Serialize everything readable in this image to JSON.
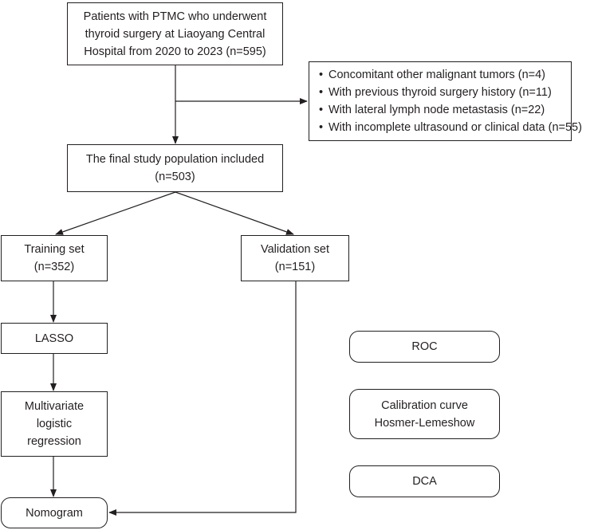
{
  "boxes": {
    "source": {
      "line1": "Patients with PTMC who underwent",
      "line2": "thyroid surgery at Liaoyang Central",
      "line3": "Hospital from 2020 to 2023 (n=595)"
    },
    "exclusion": {
      "items": [
        "Concomitant other malignant tumors (n=4)",
        "With previous thyroid surgery history (n=11)",
        "With lateral lymph node metastasis (n=22)",
        "With incomplete ultrasound or clinical data (n=55)"
      ]
    },
    "final": {
      "line1": "The final study population included",
      "line2": "(n=503)"
    },
    "training": {
      "line1": "Training set",
      "line2": "(n=352)"
    },
    "validation": {
      "line1": "Validation set",
      "line2": "(n=151)"
    },
    "lasso": {
      "line1": "LASSO"
    },
    "multivariate": {
      "line1": "Multivariate",
      "line2": "logistic",
      "line3": "regression"
    },
    "nomogram": {
      "line1": "Nomogram"
    },
    "roc": {
      "line1": "ROC"
    },
    "calibration": {
      "line1": "Calibration curve",
      "line2": "Hosmer-Lemeshow"
    },
    "dca": {
      "line1": "DCA"
    }
  }
}
